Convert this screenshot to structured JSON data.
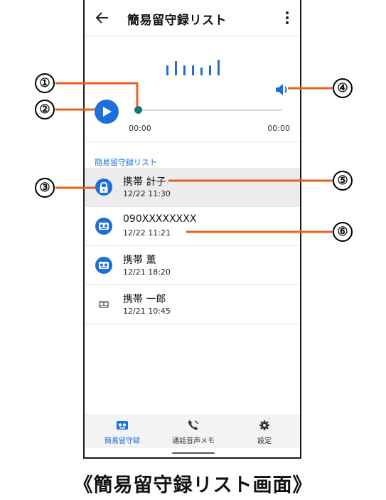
{
  "appbar": {
    "title": "簡易留守録リスト"
  },
  "player": {
    "time_start": "00:00",
    "time_end": "00:00",
    "progress": 0
  },
  "list": {
    "section_label": "簡易留守録リスト",
    "items": [
      {
        "name": "携帯 計子",
        "date": "12/22 11:30",
        "icon": "lock-icon",
        "selected": true
      },
      {
        "name": "090XXXXXXXX",
        "date": "12/22 11:21",
        "icon": "voicemail-icon"
      },
      {
        "name": "携帯 薫",
        "date": "12/21 18:20",
        "icon": "voicemail-icon"
      },
      {
        "name": "携帯 一郎",
        "date": "12/21 10:45",
        "icon": "voicemail-played-icon"
      }
    ]
  },
  "bottomnav": [
    {
      "label": "簡易留守録",
      "icon": "voicemail-icon",
      "active": true
    },
    {
      "label": "通話音声メモ",
      "icon": "call-memo-icon"
    },
    {
      "label": "設定",
      "icon": "gear-icon"
    }
  ],
  "callouts": [
    "①",
    "②",
    "③",
    "④",
    "⑤",
    "⑥"
  ],
  "caption": "《簡易留守録リスト画面》",
  "colors": {
    "accent": "#1e6fd9",
    "callout_line": "#e8611a",
    "knob": "#127a6f"
  }
}
